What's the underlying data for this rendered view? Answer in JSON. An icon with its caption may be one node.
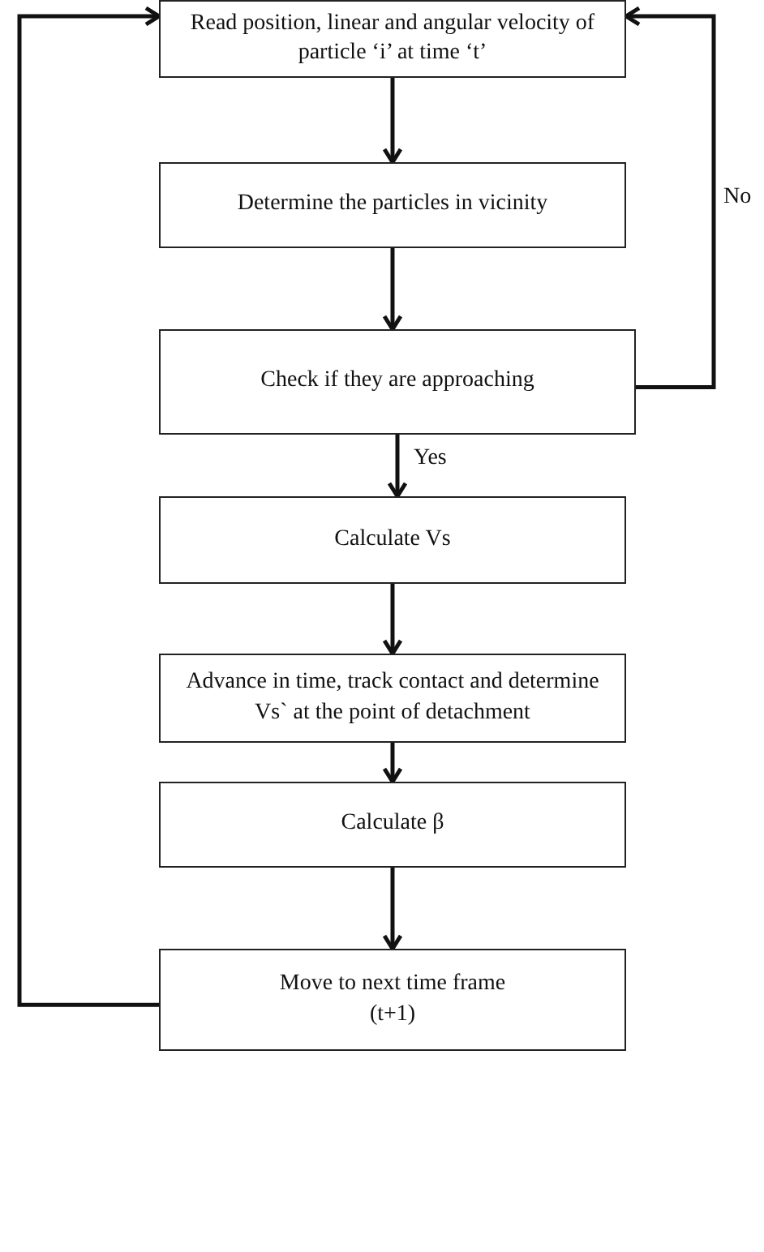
{
  "diagram": {
    "nodes": [
      {
        "text": [
          "Read position, linear and angular velocity of particle ‘i’ at time ‘t’"
        ]
      },
      {
        "text": [
          "Determine the particles in vicinity"
        ]
      },
      {
        "text": [
          "Check if they are approaching"
        ]
      },
      {
        "text": [
          "Calculate Vs"
        ]
      },
      {
        "text": [
          "Advance in time, track contact and determine Vs` at the point of detachment"
        ]
      },
      {
        "text": [
          "Calculate β"
        ]
      },
      {
        "text": [
          "Move to next time frame (t+1)"
        ]
      }
    ],
    "edges": [
      {
        "from": 0,
        "to": 1,
        "arrow": "to"
      },
      {
        "from": 1,
        "to": 2,
        "arrow": "to"
      },
      {
        "from": 2,
        "to": 3,
        "arrow": "to",
        "label": "Yes"
      },
      {
        "from": 3,
        "to": 4,
        "arrow": "to"
      },
      {
        "from": 4,
        "to": 5,
        "arrow": "to"
      },
      {
        "from": 5,
        "to": 6,
        "arrow": "to"
      },
      {
        "from": 6,
        "to": 0,
        "arrow": "to"
      },
      {
        "from": 2,
        "to": 0,
        "arrow": "to",
        "label": "No"
      }
    ]
  }
}
